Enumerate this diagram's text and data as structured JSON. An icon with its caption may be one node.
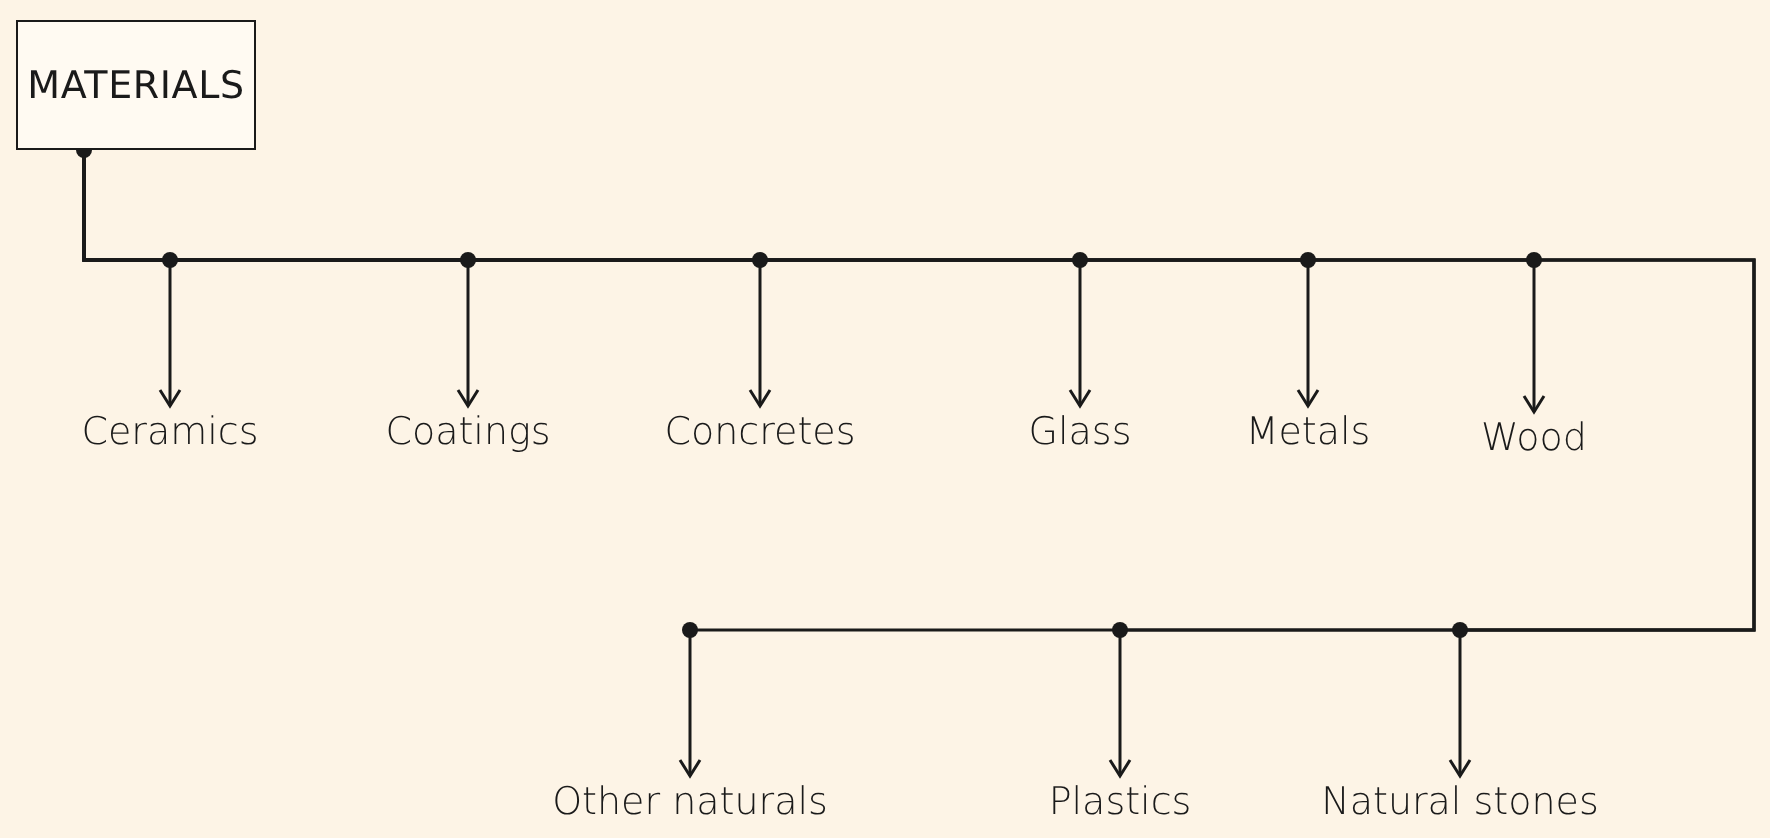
{
  "diagram": {
    "nodes": [
      {
        "text": [
          "MATERIALS"
        ]
      },
      {
        "text": [
          "Ceramics"
        ]
      },
      {
        "text": [
          "Coatings"
        ]
      },
      {
        "text": [
          "Concretes"
        ]
      },
      {
        "text": [
          "Glass"
        ]
      },
      {
        "text": [
          "Metals"
        ]
      },
      {
        "text": [
          "Wood"
        ]
      },
      {
        "text": [
          "Other naturals"
        ]
      },
      {
        "text": [
          "Plastics"
        ]
      },
      {
        "text": [
          "Natural stones"
        ]
      }
    ],
    "edges": [
      {
        "from": 0,
        "to": 1,
        "arrow": "to"
      },
      {
        "from": 0,
        "to": 2,
        "arrow": "to"
      },
      {
        "from": 0,
        "to": 3,
        "arrow": "to"
      },
      {
        "from": 0,
        "to": 4,
        "arrow": "to"
      },
      {
        "from": 0,
        "to": 5,
        "arrow": "to"
      },
      {
        "from": 0,
        "to": 6,
        "arrow": "to"
      },
      {
        "from": 0,
        "to": 7,
        "arrow": "to"
      },
      {
        "from": 0,
        "to": 8,
        "arrow": "to"
      },
      {
        "from": 0,
        "to": 9,
        "arrow": "to"
      }
    ]
  }
}
